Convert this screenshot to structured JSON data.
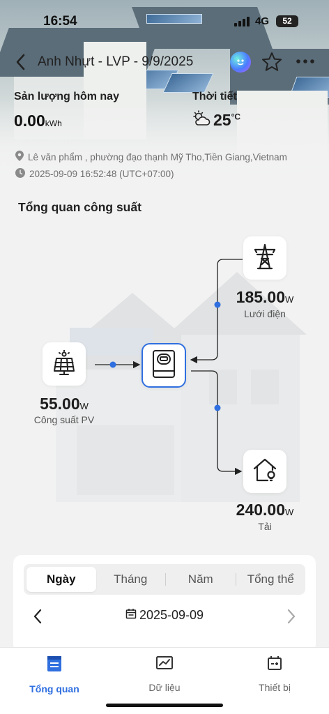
{
  "status_bar": {
    "time": "16:54",
    "network": "4G",
    "battery": "52"
  },
  "header": {
    "title": "Anh Nhựt - LVP - 9/9/2025"
  },
  "today_output": {
    "label": "Sản lượng hôm nay",
    "value": "0.00",
    "unit": "kWh"
  },
  "weather": {
    "label": "Thời tiết",
    "temp": "25",
    "unit": "°C",
    "icon": "partly-cloudy-icon"
  },
  "location": {
    "address": "Lê văn phẩm , phường đạo thạnh Mỹ Tho,Tiền Giang,Vietnam",
    "timestamp": "2025-09-09 16:52:48 (UTC+07:00)"
  },
  "overview": {
    "title": "Tổng quan công suất",
    "grid": {
      "value": "185.00",
      "unit": "W",
      "label": "Lưới điện"
    },
    "pv": {
      "value": "55.00",
      "unit": "W",
      "label": "Công suất PV"
    },
    "load": {
      "value": "240.00",
      "unit": "W",
      "label": "Tải"
    }
  },
  "period_tabs": [
    "Ngày",
    "Tháng",
    "Năm",
    "Tổng thể"
  ],
  "active_period": "Ngày",
  "date_picker": {
    "date": "2025-09-09"
  },
  "bottom_nav": [
    {
      "label": "Tổng quan",
      "icon": "overview-icon",
      "active": true
    },
    {
      "label": "Dữ liệu",
      "icon": "data-chart-icon",
      "active": false
    },
    {
      "label": "Thiết bị",
      "icon": "device-battery-icon",
      "active": false
    }
  ],
  "colors": {
    "accent": "#2f6fe0",
    "background": "#f2f2f2"
  }
}
